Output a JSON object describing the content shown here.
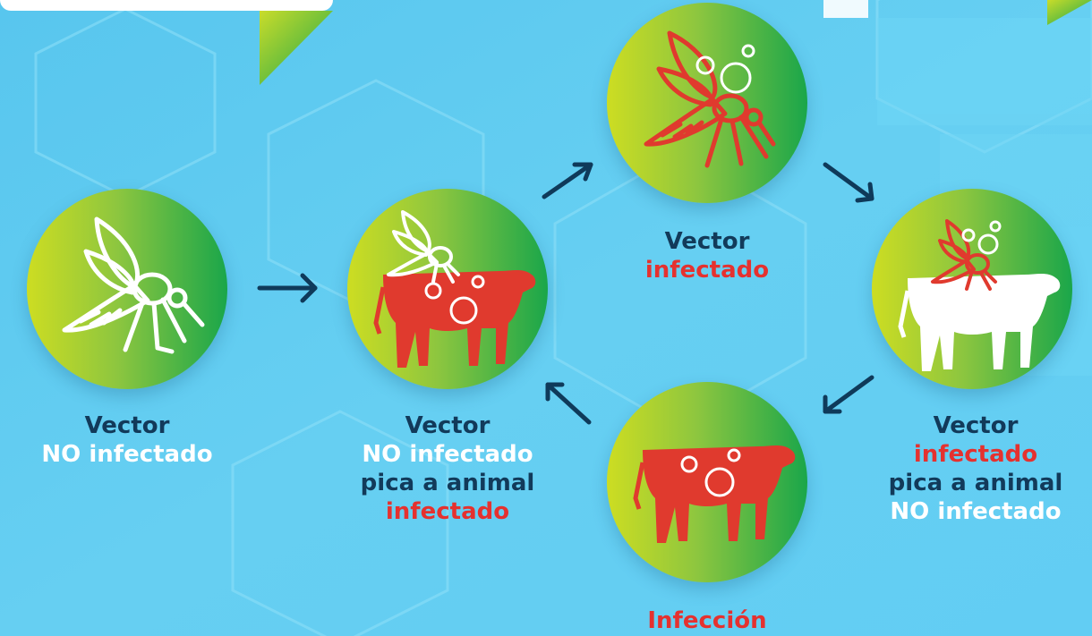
{
  "nodes": {
    "n1": {
      "line1": "Vector",
      "line2": "NO infectado"
    },
    "n2": {
      "line1": "Vector",
      "line2": "NO infectado",
      "line3": "pica a animal",
      "line4": "infectado"
    },
    "n3": {
      "line1": "Vector",
      "line2": "infectado"
    },
    "n4": {
      "line1": "Vector",
      "line2": "infectado",
      "line3": "pica a animal",
      "line4": "NO infectado"
    },
    "n5": {
      "line1": "Infección"
    }
  },
  "colors": {
    "dark_text": "#123a5a",
    "red_text": "#e5312f",
    "circle_gradient": [
      "#cddd22",
      "#8dc63f",
      "#1aa64a"
    ],
    "arrow": "#0f3a5a",
    "background": "#5fcbef"
  },
  "icons": {
    "n1": "mosquito-outline-icon",
    "n2": "mosquito-on-infected-cow-icon",
    "n3": "infected-mosquito-icon",
    "n4": "infected-mosquito-on-healthy-cow-icon",
    "n5": "infected-cow-icon"
  }
}
